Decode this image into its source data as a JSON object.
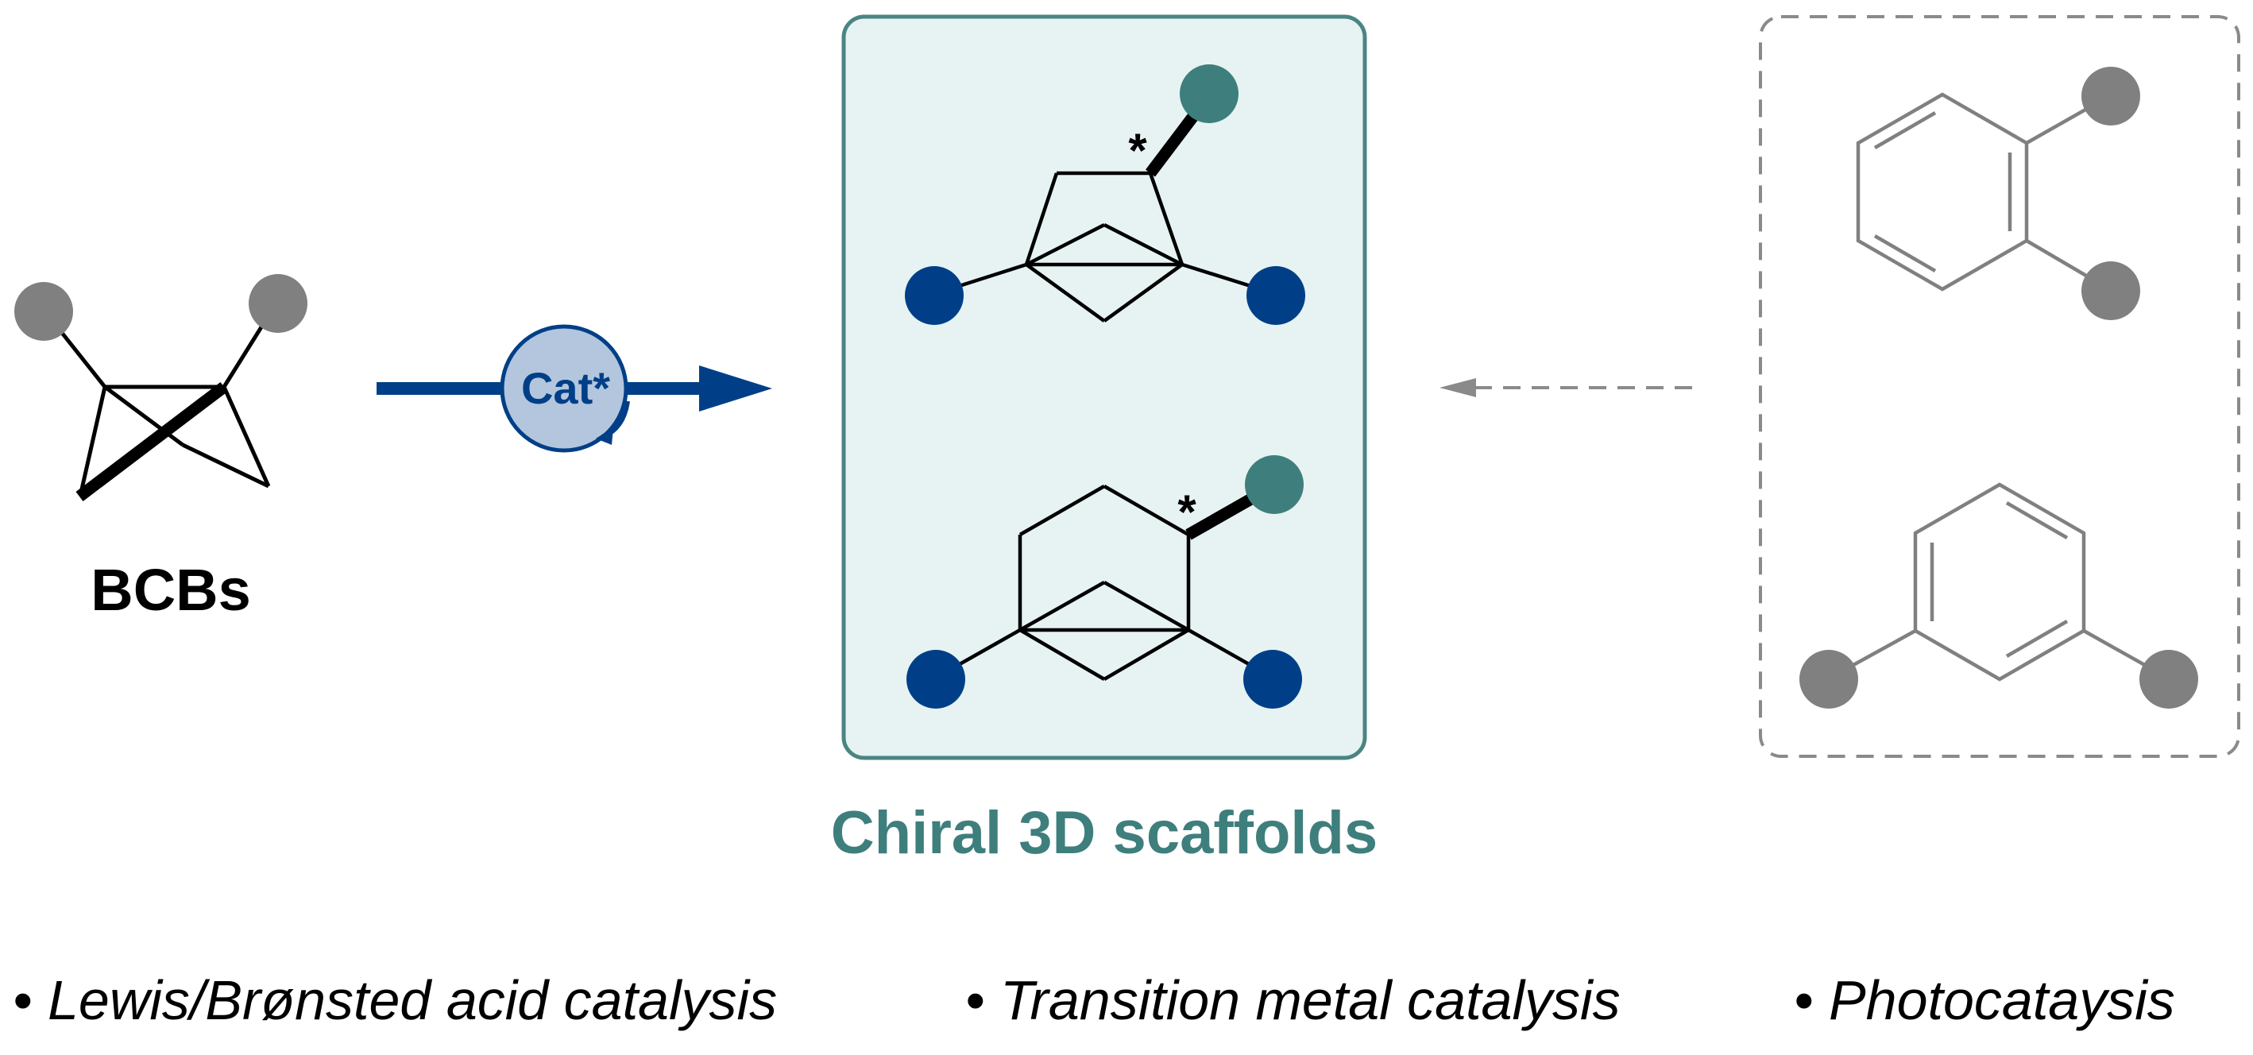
{
  "reactant": {
    "label": "BCBs"
  },
  "catalyst": {
    "label": "Cat*"
  },
  "product": {
    "label": "Chiral 3D scaffolds",
    "stereocenter_mark": "*"
  },
  "methods": [
    "• Lewis/Brønsted acid catalysis",
    "• Transition metal catalysis",
    "• Photocataysis"
  ],
  "colors": {
    "substituent_gray": "#808080",
    "dark_blue": "#003f87",
    "teal": "#3e7f7d",
    "panel_fill": "#e6f3f2",
    "panel_stroke": "#4a8583",
    "catalyst_fill": "#b3c6dd",
    "dashed_gray": "#8a8a8a"
  },
  "icons": {
    "reaction_arrow": "right-arrow",
    "bioisostere_arrow": "dashed-left-arrow",
    "catalytic_cycle": "curved-arrow"
  }
}
